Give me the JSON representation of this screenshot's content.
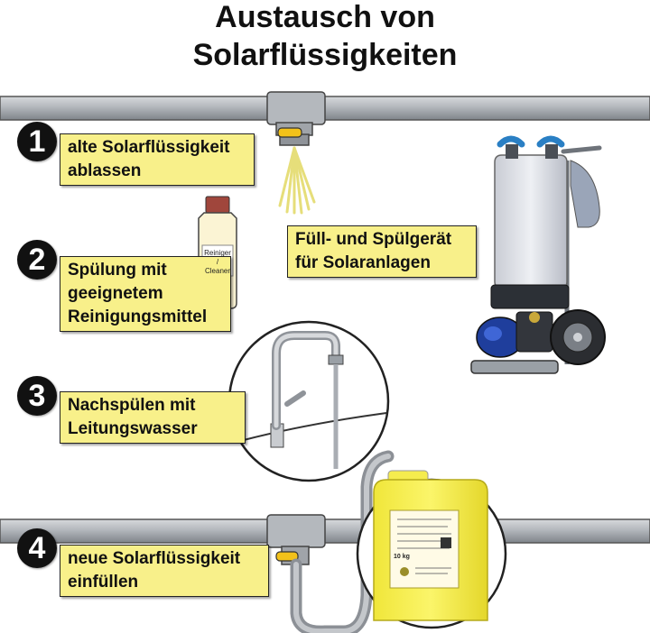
{
  "title_line1": "Austausch von",
  "title_line2": "Solarflüssigkeiten",
  "steps": [
    {
      "number": "1",
      "text": "alte Solarflüssigkeit ablassen"
    },
    {
      "number": "2",
      "text": "Spülung mit geeignetem Reinigungsmittel"
    },
    {
      "number": "3",
      "text": "Nachspülen mit Leitungswasser"
    },
    {
      "number": "4",
      "text": "neue Solarflüssigkeit einfüllen"
    }
  ],
  "device_label": "Füll- und Spülgerät für Solaranlagen",
  "bottle_label_line1": "Reiniger /",
  "bottle_label_line2": "Cleaner",
  "canister_weight": "10 kg",
  "colors": {
    "label_bg": "#f8f08a",
    "pipe": "#a9adb3",
    "fluid": "#f2ea3c",
    "valve_handle": "#f3c21a"
  }
}
